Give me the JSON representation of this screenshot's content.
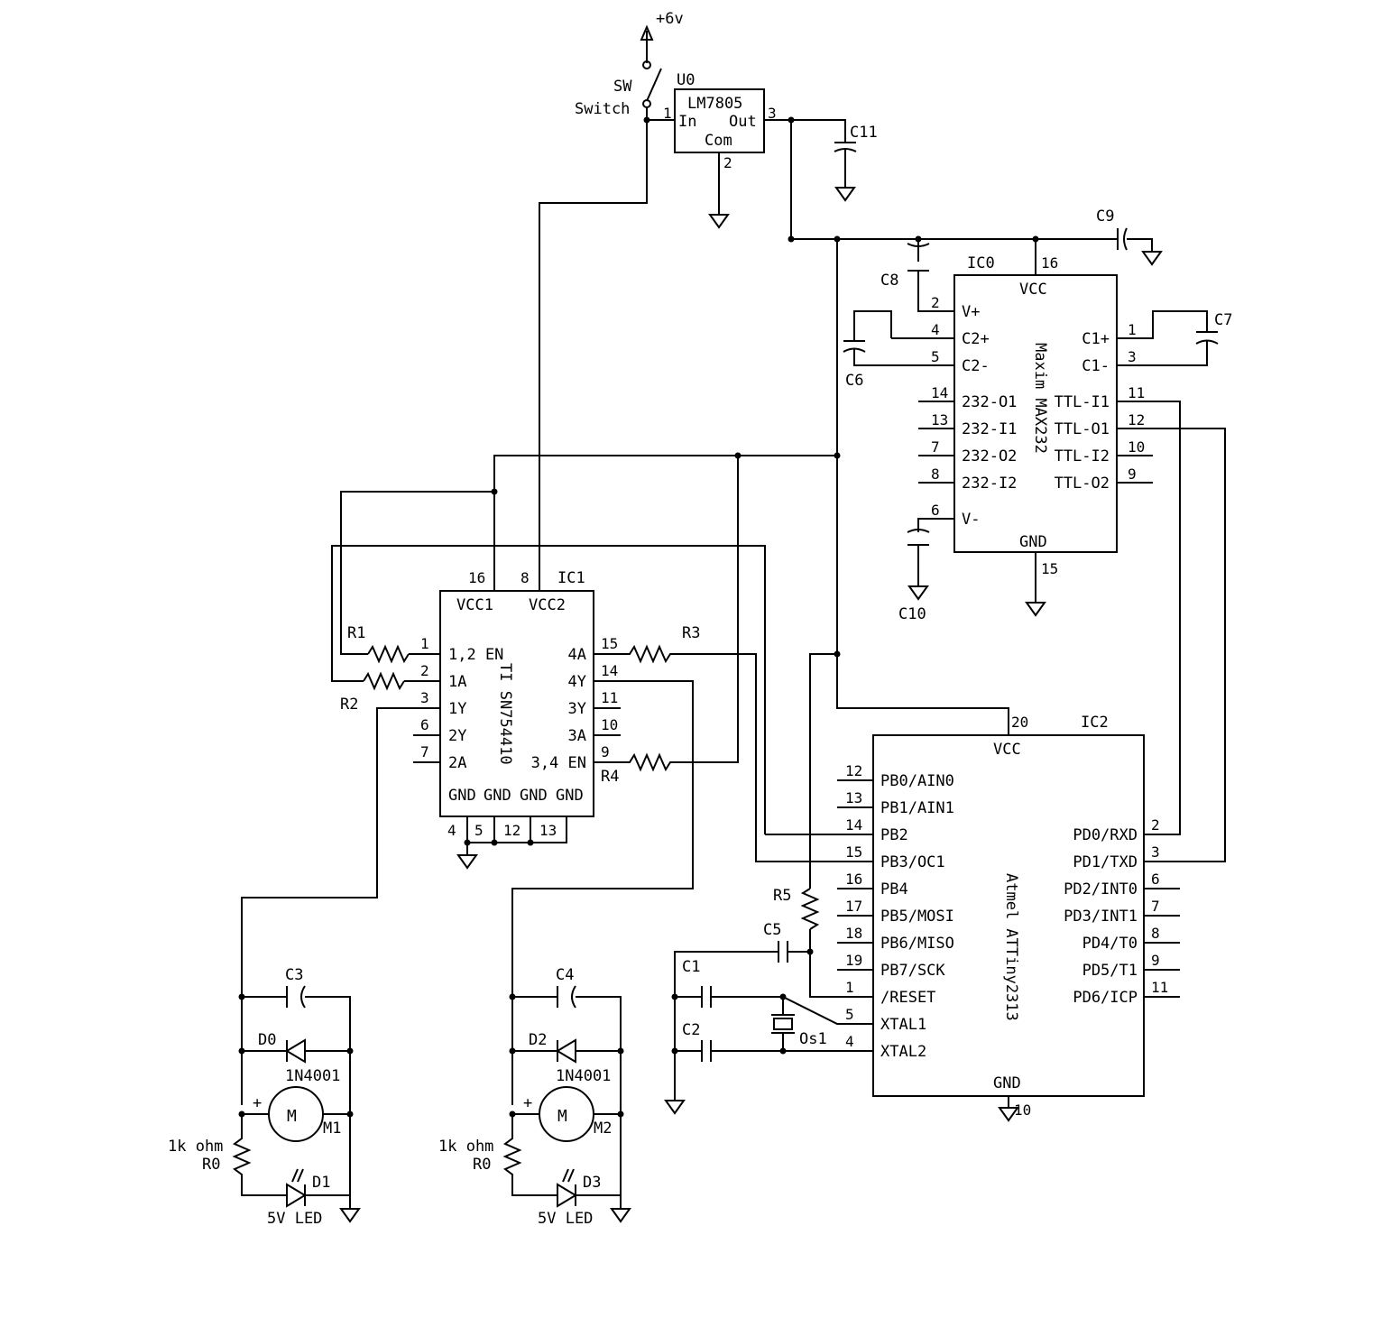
{
  "power": {
    "supply": "+6v"
  },
  "switch": {
    "ref": "SW",
    "value": "Switch"
  },
  "regulator": {
    "ref": "U0",
    "part": "LM7805",
    "pin_in": "In",
    "pin_out": "Out",
    "pin_com": "Com",
    "pin1": "1",
    "pin2": "2",
    "pin3": "3"
  },
  "caps": {
    "C11": "C11",
    "C9": "C9",
    "C8": "C8",
    "C7": "C7",
    "C6": "C6",
    "C10": "C10",
    "C5": "C5",
    "C1": "C1",
    "C2": "C2",
    "C3": "C3",
    "C4": "C4"
  },
  "max232": {
    "ref": "IC0",
    "part": "Maxim MAX232",
    "vcc": "VCC",
    "gnd": "GND",
    "vcc_pin": "16",
    "gnd_pin": "15",
    "left_pins": [
      {
        "num": "2",
        "name": "V+"
      },
      {
        "num": "4",
        "name": "C2+"
      },
      {
        "num": "5",
        "name": "C2-"
      },
      {
        "num": "14",
        "name": "232-O1"
      },
      {
        "num": "13",
        "name": "232-I1"
      },
      {
        "num": "7",
        "name": "232-O2"
      },
      {
        "num": "8",
        "name": "232-I2"
      },
      {
        "num": "6",
        "name": "V-"
      }
    ],
    "right_pins": [
      {
        "num": "1",
        "name": "C1+"
      },
      {
        "num": "3",
        "name": "C1-"
      },
      {
        "num": "11",
        "name": "TTL-I1"
      },
      {
        "num": "12",
        "name": "TTL-O1"
      },
      {
        "num": "10",
        "name": "TTL-I2"
      },
      {
        "num": "9",
        "name": "TTL-O2"
      }
    ]
  },
  "sn754410": {
    "ref": "IC1",
    "part": "TI SN754410",
    "vcc1": "VCC1",
    "vcc2": "VCC2",
    "vcc1_pin": "16",
    "vcc2_pin": "8",
    "left_pins": [
      {
        "num": "1",
        "name": "1,2 EN"
      },
      {
        "num": "2",
        "name": "1A"
      },
      {
        "num": "3",
        "name": "1Y"
      },
      {
        "num": "6",
        "name": "2Y"
      },
      {
        "num": "7",
        "name": "2A"
      }
    ],
    "right_pins": [
      {
        "num": "15",
        "name": "4A"
      },
      {
        "num": "14",
        "name": "4Y"
      },
      {
        "num": "11",
        "name": "3Y"
      },
      {
        "num": "10",
        "name": "3A"
      },
      {
        "num": "9",
        "name": "3,4 EN"
      }
    ],
    "gnd_labels": [
      "GND",
      "GND",
      "GND",
      "GND"
    ],
    "gnd_pins": [
      "4",
      "5",
      "12",
      "13"
    ]
  },
  "attiny": {
    "ref": "IC2",
    "part": "Atmel ATTiny2313",
    "vcc": "VCC",
    "gnd": "GND",
    "vcc_pin": "20",
    "gnd_pin": "10",
    "left_pins": [
      {
        "num": "12",
        "name": "PB0/AIN0"
      },
      {
        "num": "13",
        "name": "PB1/AIN1"
      },
      {
        "num": "14",
        "name": "PB2"
      },
      {
        "num": "15",
        "name": "PB3/OC1"
      },
      {
        "num": "16",
        "name": "PB4"
      },
      {
        "num": "17",
        "name": "PB5/MOSI"
      },
      {
        "num": "18",
        "name": "PB6/MISO"
      },
      {
        "num": "19",
        "name": "PB7/SCK"
      },
      {
        "num": "1",
        "name": "/RESET"
      },
      {
        "num": "5",
        "name": "XTAL1"
      },
      {
        "num": "4",
        "name": "XTAL2"
      }
    ],
    "right_pins": [
      {
        "num": "2",
        "name": "PD0/RXD"
      },
      {
        "num": "3",
        "name": "PD1/TXD"
      },
      {
        "num": "6",
        "name": "PD2/INT0"
      },
      {
        "num": "7",
        "name": "PD3/INT1"
      },
      {
        "num": "8",
        "name": "PD4/T0"
      },
      {
        "num": "9",
        "name": "PD5/T1"
      },
      {
        "num": "11",
        "name": "PD6/ICP"
      }
    ]
  },
  "resistors": {
    "R1": "R1",
    "R2": "R2",
    "R3": "R3",
    "R4": "R4",
    "R5": "R5"
  },
  "crystal": {
    "ref": "Os1"
  },
  "motor_left": {
    "diode_ref": "D0",
    "diode_part": "1N4001",
    "motor": "M",
    "motor_ref": "M1",
    "plus": "+",
    "res_value": "1k ohm",
    "res_ref": "R0",
    "led_ref": "D1",
    "led_value": "5V LED"
  },
  "motor_right": {
    "diode_ref": "D2",
    "diode_part": "1N4001",
    "motor": "M",
    "motor_ref": "M2",
    "plus": "+",
    "res_value": "1k ohm",
    "res_ref": "R0",
    "led_ref": "D3",
    "led_value": "5V LED"
  }
}
